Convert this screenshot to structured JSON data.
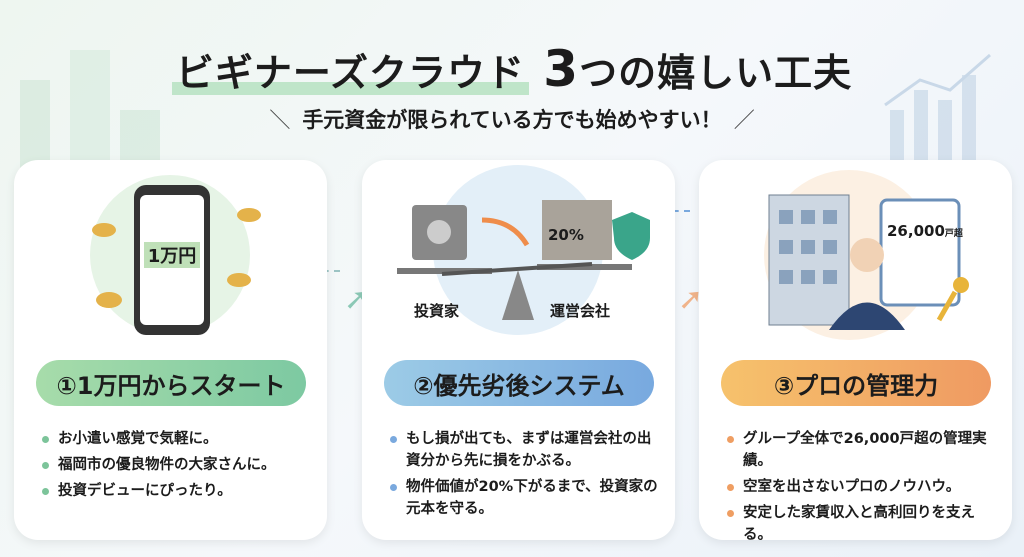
{
  "header": {
    "title_part1": "ビギナーズクラウド",
    "title_number": "3",
    "title_part2": "つの嬉しい工夫",
    "subtitle": "手元資金が限られている方でも始めやすい！"
  },
  "cards": [
    {
      "phone_label": "1万円",
      "heading": "①1万円からスタート",
      "accent": "#7cc49a",
      "bullets": [
        "お小遣い感覚で気軽に。",
        "福岡市の優良物件の大家さんに。",
        "投資デビューにぴったり。"
      ]
    },
    {
      "percent_label": "20%",
      "left_label": "投資家",
      "right_label": "運営会社",
      "heading": "②優先劣後システム",
      "accent": "#7aa9de",
      "bullets": [
        "もし損が出ても、まずは運営会社の出資分から先に損をかぶる。",
        "物件価値が20%下がるまで、投資家の元本を守る。"
      ]
    },
    {
      "board_number": "26,000",
      "board_unit": "戸超",
      "heading": "③プロの管理力",
      "accent": "#ef9e62",
      "bullets": [
        "グループ全体で26,000戸超の管理実績。",
        "空室を出さないプロのノウハウ。",
        "安定した家賃収入と高利回りを支える。"
      ]
    }
  ]
}
